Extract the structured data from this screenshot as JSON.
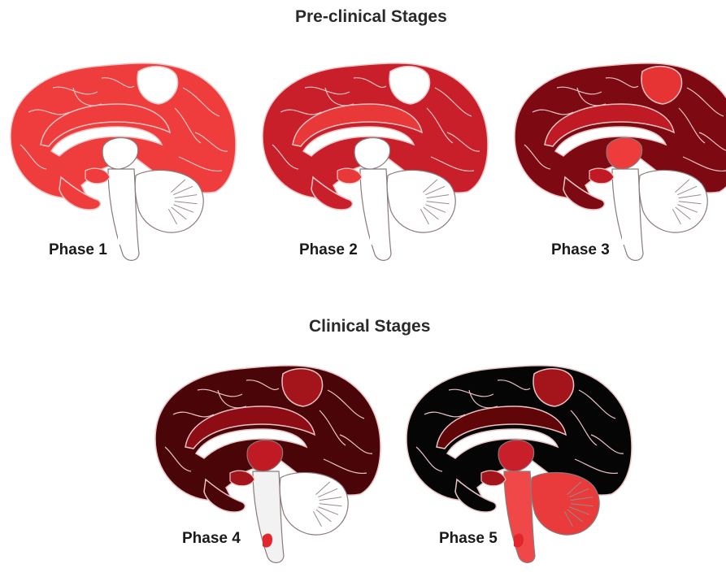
{
  "headings": {
    "preclinical": "Pre-clinical Stages",
    "clinical": "Clinical Stages"
  },
  "phases": [
    {
      "label": "Phase 1",
      "colors": {
        "cortex": "#ef3d3d",
        "spot": "#ffffff",
        "inner": "#ef3d3d",
        "brainstem": "#ffffff",
        "cerebellum": "#ffffff",
        "hippo": "#ef3d3d",
        "thal": "#ffffff",
        "medulla": "#ffffff"
      }
    },
    {
      "label": "Phase 2",
      "colors": {
        "cortex": "#c81f2b",
        "spot": "#ffffff",
        "inner": "#e83838",
        "brainstem": "#ffffff",
        "cerebellum": "#ffffff",
        "hippo": "#e83838",
        "thal": "#ffffff",
        "medulla": "#ffffff"
      }
    },
    {
      "label": "Phase 3",
      "colors": {
        "cortex": "#7d0a12",
        "spot": "#e63434",
        "inner": "#c01b24",
        "brainstem": "#ffffff",
        "cerebellum": "#ffffff",
        "hippo": "#c01b24",
        "thal": "#ee3b3b",
        "medulla": "#ffffff"
      }
    },
    {
      "label": "Phase 4",
      "colors": {
        "cortex": "#4a0508",
        "spot": "#a3141b",
        "inner": "#8e0d14",
        "brainstem": "#f2f2f2",
        "cerebellum": "#ffffff",
        "hippo": "#a3141b",
        "thal": "#c01b24",
        "medulla": "#e3262c"
      }
    },
    {
      "label": "Phase 5",
      "colors": {
        "cortex": "#050505",
        "spot": "#a3141b",
        "inner": "#600609",
        "brainstem": "#f04848",
        "cerebellum": "#e93b3b",
        "hippo": "#a3141b",
        "thal": "#c81f2b",
        "medulla": "#e3262c"
      }
    }
  ]
}
